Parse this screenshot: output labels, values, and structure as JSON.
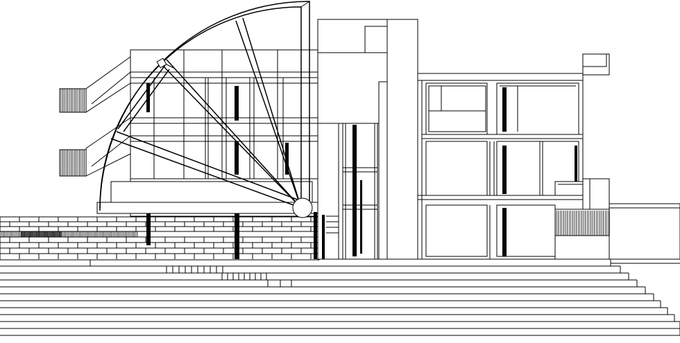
{
  "drawing": {
    "colors": {
      "line": "#000000",
      "background": "#ffffff"
    },
    "elements": [
      "terrace-steps",
      "quarter-circle-truss",
      "left-cantilever-wing",
      "left-vent-grilles",
      "central-tower",
      "stair-core",
      "right-wing-windows",
      "right-balcony",
      "support-columns",
      "ground-retaining-wall"
    ]
  }
}
